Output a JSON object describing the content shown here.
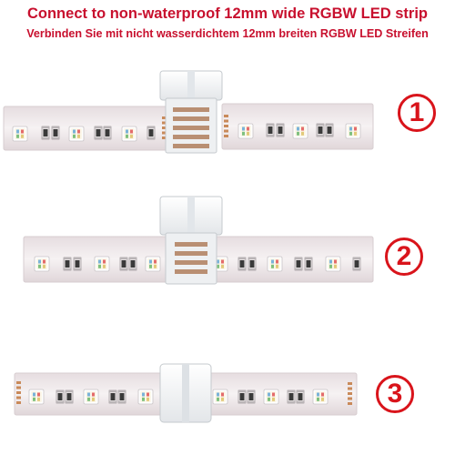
{
  "headline": "Connect to non-waterproof 12mm wide RGBW LED strip",
  "subheadline": "Verbinden Sie mit nicht wasserdichtem 12mm breiten RGBW LED Streifen",
  "steps": [
    "1",
    "2",
    "3"
  ],
  "colors": {
    "title_red": "#c8102e",
    "badge_red": "#d9141b",
    "strip_pcb": "#f2eeee",
    "strip_edge": "#d7cdd0",
    "connector_white": "#f5f6f7",
    "copper_pad": "#c98a5a",
    "led_lens": "#fbf6e8"
  }
}
